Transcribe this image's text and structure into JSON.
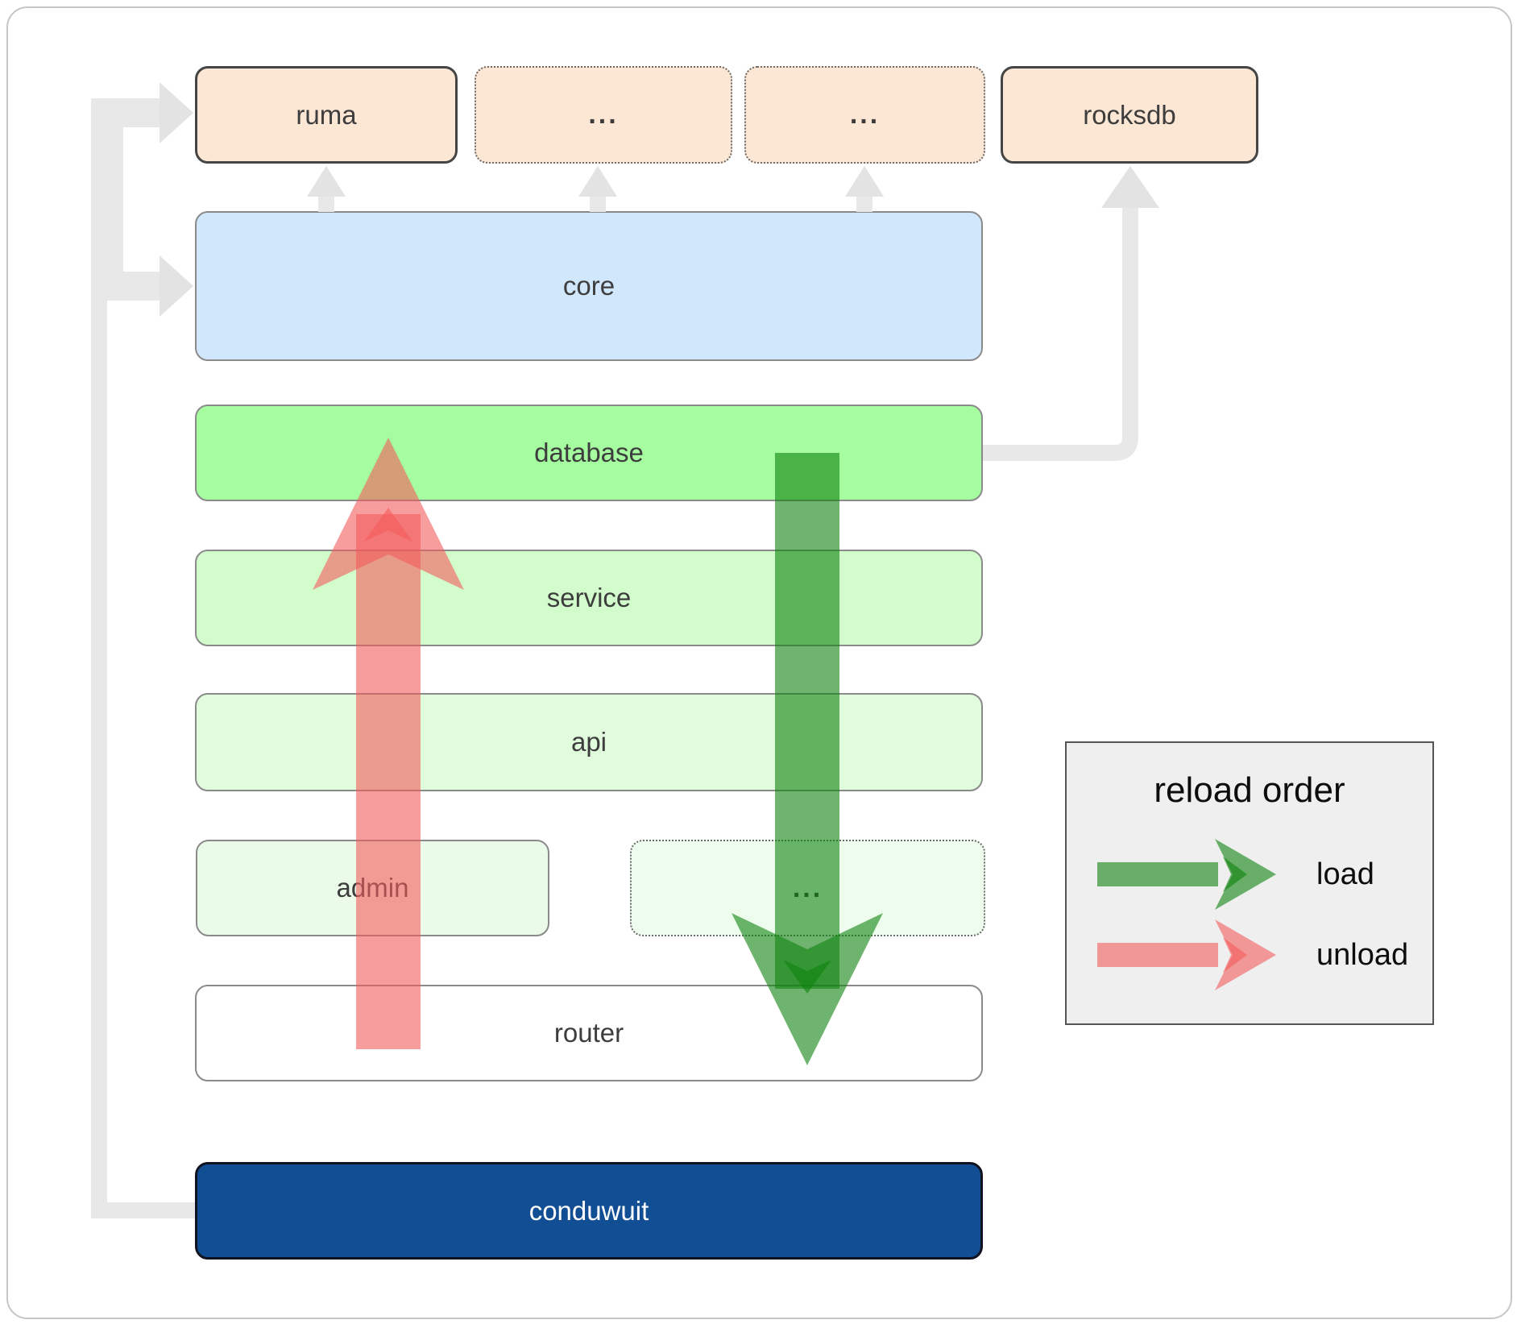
{
  "diagram": {
    "top_row": {
      "ruma": "ruma",
      "ellipsis1": "...",
      "ellipsis2": "...",
      "rocksdb": "rocksdb"
    },
    "layers": {
      "core": "core",
      "database": "database",
      "service": "service",
      "api": "api",
      "admin": "admin",
      "ellipsis3": "...",
      "router": "router",
      "conduwuit": "conduwuit"
    },
    "legend": {
      "title": "reload order",
      "load_label": "load",
      "unload_label": "unload"
    },
    "colors": {
      "load_arrow_green": "#0e820e",
      "unload_arrow_red": "#f35c5c",
      "peach_module": "#fce6d4",
      "core_blue": "#d1e7fb",
      "database_green": "#a5fda0",
      "conduwuit_blue": "#114e93",
      "connector_gray": "#e8e8e8"
    }
  }
}
